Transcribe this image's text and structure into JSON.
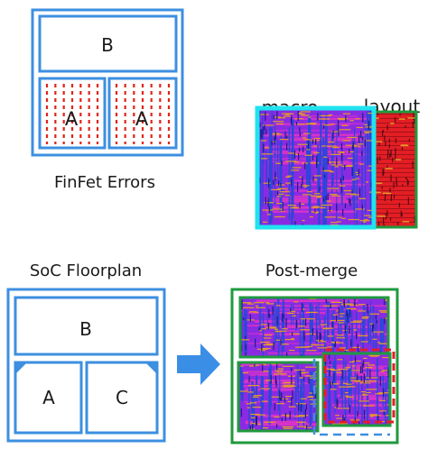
{
  "finfet": {
    "block_b": "B",
    "block_a_left": "A",
    "block_a_right": "A",
    "caption": "FinFet Errors"
  },
  "layout_view": {
    "macro_label": "macro",
    "layout_label": "layout"
  },
  "soc": {
    "title": "SoC Floorplan",
    "block_b": "B",
    "block_a": "A",
    "block_c": "C"
  },
  "post_merge": {
    "title": "Post-merge"
  },
  "colors": {
    "block_outline": "#3d8fe0",
    "fin_marks": "#e0241c",
    "macro_border": "#1fe3ee",
    "layout_border": "#1f9a3d",
    "layout_fill": "#e31e24",
    "chip_purple": "#8a2be2",
    "chip_magenta": "#d633c8",
    "chip_blue": "#2a47d8",
    "chip_orange": "#e69a2a",
    "arrow": "#3b8ee6"
  }
}
